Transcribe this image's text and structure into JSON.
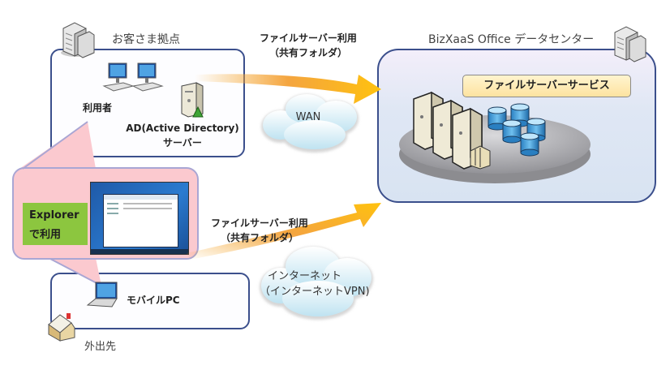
{
  "customer_site": {
    "title": "お客さま拠点",
    "users_label": "利用者",
    "ad_server_label_line1": "AD(Active Directory)",
    "ad_server_label_line2": "サーバー"
  },
  "datacenter": {
    "title": "BizXaaS Office データセンター",
    "service_label": "ファイルサーバーサービス"
  },
  "wan_link": {
    "label_line1": "ファイルサーバー利用",
    "label_line2": "（共有フォルダ）",
    "cloud_label": "WAN"
  },
  "internet_link": {
    "label_line1": "ファイルサーバー利用",
    "label_line2": "（共有フォルダ）",
    "cloud_label_line1": "インターネット",
    "cloud_label_line2": "（インターネットVPN)"
  },
  "callout": {
    "badge_line1": "Explorer",
    "badge_line2": "で利用"
  },
  "remote_site": {
    "title": "外出先",
    "device_label": "モバイルPC"
  },
  "colors": {
    "box_border": "#3b4f8c",
    "arrow": "#f5a623",
    "callout_fill": "#fbc9cf",
    "badge_fill": "#8cc63f",
    "service_fill": "#fde9a8",
    "datacenter_fill": "#dde6f4"
  }
}
